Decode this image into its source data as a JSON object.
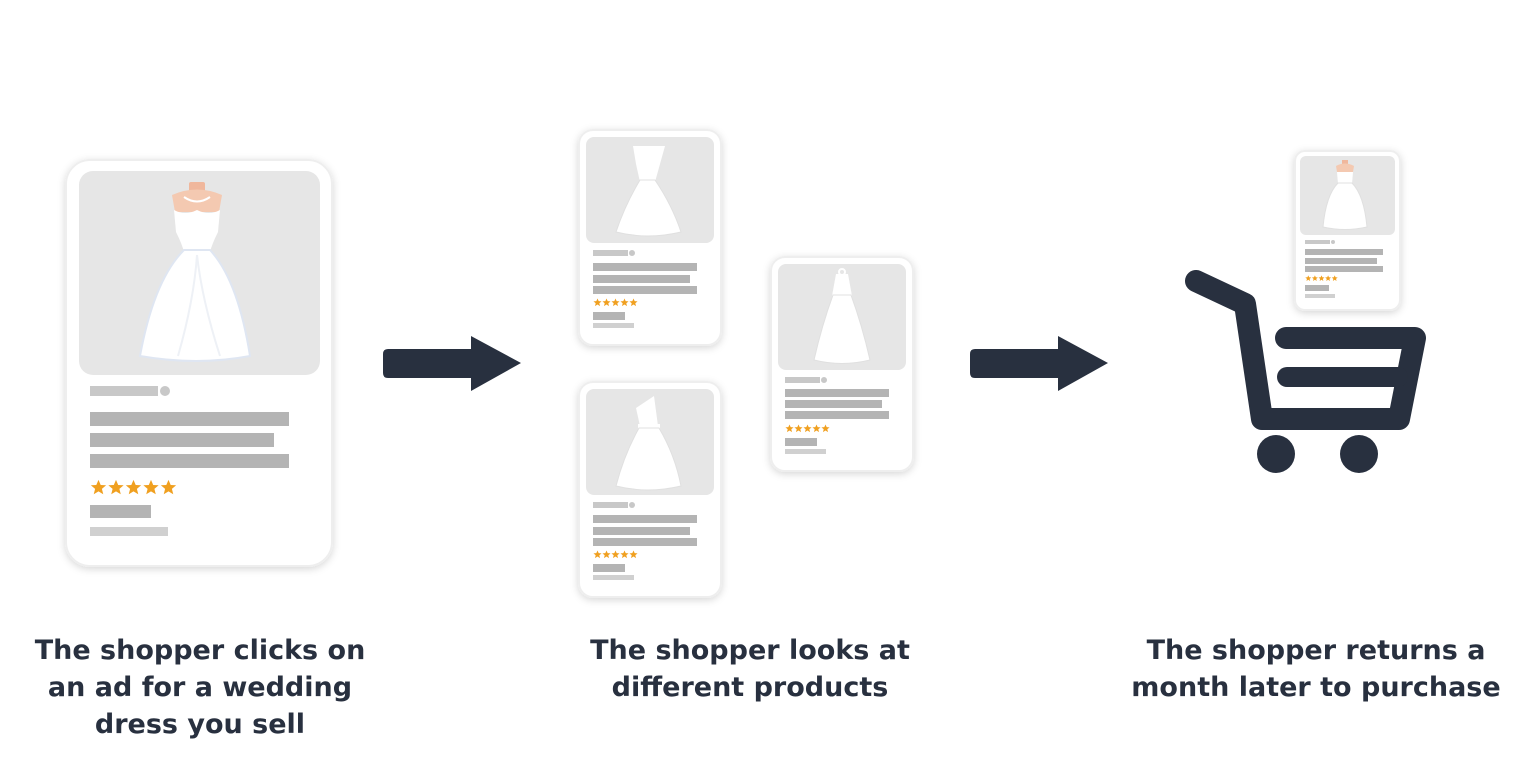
{
  "steps": [
    {
      "caption_lines": [
        "The shopper clicks on",
        "an ad for a wedding",
        "dress you sell"
      ]
    },
    {
      "caption_lines": [
        "The shopper looks at",
        "different products"
      ]
    },
    {
      "caption_lines": [
        "The shopper returns a",
        "month later to purchase"
      ]
    }
  ],
  "icons": {
    "arrow": "right-arrow-icon",
    "cart": "shopping-cart-icon",
    "dress": "wedding-dress-icon",
    "star": "star-icon"
  },
  "colors": {
    "dark": "#28303f",
    "star": "#f0a020",
    "placeholder_bar": "#b4b4b4",
    "placeholder_bar_light": "#cccccc",
    "image_bg": "#e6e6e6",
    "card_border": "#eeeeee",
    "skin": "#f4c9b1"
  },
  "rating_stars": 5
}
